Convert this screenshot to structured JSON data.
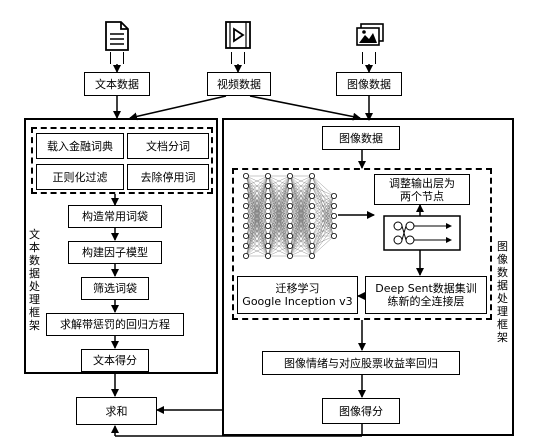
{
  "sources": {
    "text": "文本数据",
    "video": "视频数据",
    "image": "图像数据"
  },
  "icons": {
    "text": "document-icon",
    "video": "video-file-icon",
    "image": "image-gallery-icon"
  },
  "text_frame": {
    "label": "文本数据处理框架",
    "preprocess": [
      "载入金融词典",
      "文档分词",
      "正则化过滤",
      "去除停用词"
    ],
    "steps": [
      "构造常用词袋",
      "构建因子模型",
      "筛选词袋",
      "求解带惩罚的回归方程",
      "文本得分"
    ]
  },
  "image_frame": {
    "label": "图像数据处理框架",
    "input": "图像数据",
    "adjust": [
      "调整输出层为",
      "两个节点"
    ],
    "transfer": [
      "迁移学习",
      "Google Inception v3"
    ],
    "deepsent": [
      "Deep Sent数据集训",
      "练新的全连接层"
    ],
    "regression": "图像情绪与对应股票收益率回归",
    "score": "图像得分"
  },
  "sum": "求和"
}
